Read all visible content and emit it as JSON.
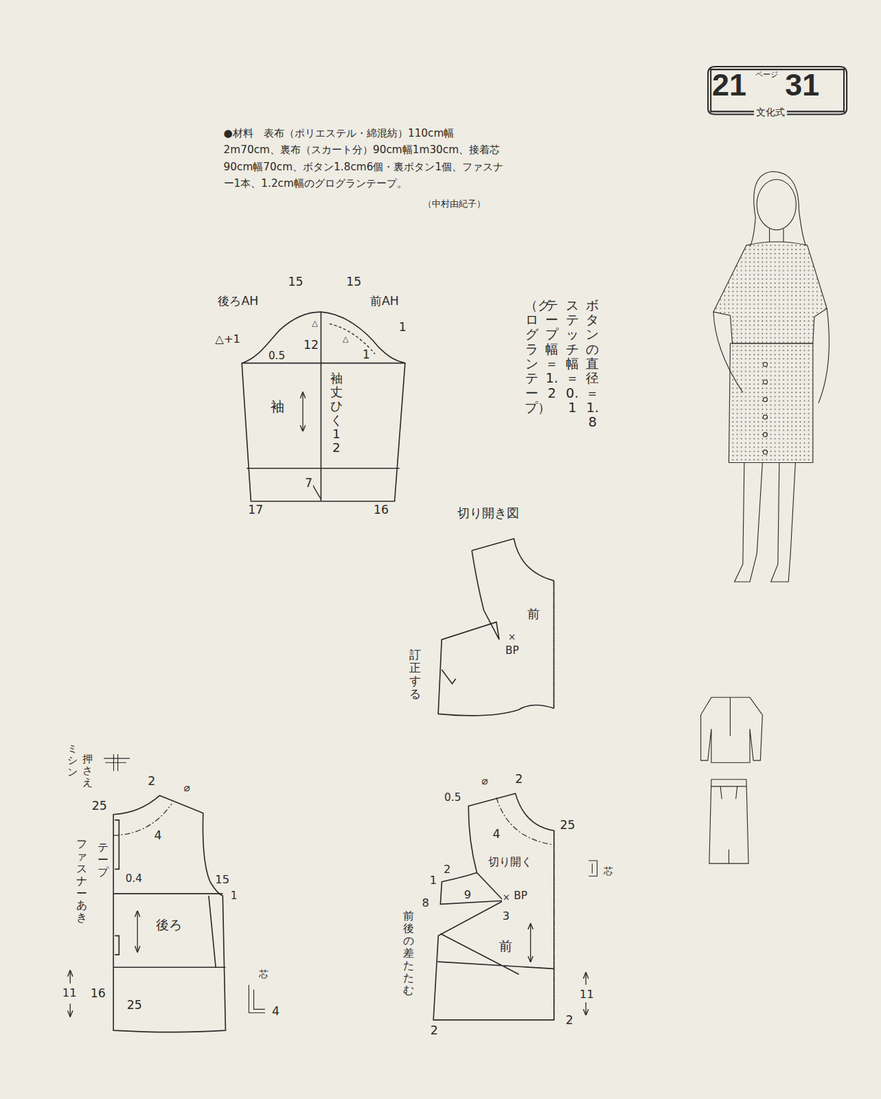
{
  "diagram": {
    "nodes": [
      {
        "text": [
          "21",
          "ページ",
          "31",
          "文化式"
        ]
      },
      {
        "text": [
          "袖"
        ]
      },
      {
        "text": [
          "前"
        ]
      },
      {
        "text": [
          "後ろ"
        ]
      },
      {
        "text": [
          "前"
        ]
      }
    ],
    "labels": [
      "●材料　表布（ポリエステル・綿混紡）110cm幅2m70cm、裏布（スカート分）90cm幅1m30cm、接着芯90cm幅70cm、ボタン1.8cm6個・裏ボタン1個、ファスナー1本、1.2cm幅のグログランテープ。",
      "（中村由紀子）",
      "15",
      "15",
      "後ろAH",
      "前AH",
      "△",
      "12",
      "△",
      "1",
      "1",
      "△+1",
      "0.5",
      "袖丈ひく12",
      "7",
      "17",
      "16",
      "ボタンの直径＝1.8",
      "ステッチ幅＝0.1",
      "テープ幅＝1.2",
      "（グログランテープ）",
      "切り開き図",
      "×",
      "BP",
      "訂正する",
      "押さえ",
      "ミシン",
      "2",
      "⌀",
      "25",
      "4",
      "テープ",
      "ファスナーあき",
      "0.4",
      "15",
      "1",
      "11",
      "16",
      "25",
      "芯",
      "4",
      "⌀",
      "2",
      "0.5",
      "4",
      "25",
      "芯",
      "切り開く",
      "1",
      "2",
      "9",
      "8",
      "×",
      "BP",
      "3",
      "前後の差たたむ",
      "11",
      "2",
      "2"
    ]
  }
}
